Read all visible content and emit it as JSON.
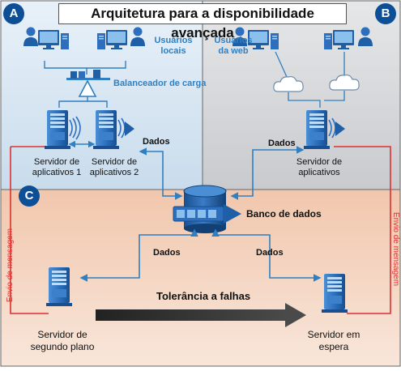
{
  "title": "Arquitetura para a disponibilidade avançada",
  "zones": {
    "a": "A",
    "b": "B",
    "c": "C"
  },
  "labels": {
    "usuarios_locais": "Usuários\nlocais",
    "usuarios_web": "Usuários\nda web",
    "balanceador": "Balanceador de carga",
    "servidor_app1": "Servidor de\naplicativos 1",
    "servidor_app2": "Servidor de\naplicativos 2",
    "servidor_app": "Servidor de\naplicativos",
    "dados_1": "Dados",
    "dados_2": "Dados",
    "dados_3": "Dados",
    "dados_4": "Dados",
    "banco": "Banco de dados",
    "tolerancia": "Tolerância a falhas",
    "servidor_segundo_plano": "Servidor de\nsegundo plano",
    "servidor_espera": "Servidor em\nespera",
    "envio_left": "Envio de mensagem",
    "envio_right": "Envio de mensagem"
  },
  "colors": {
    "zone_a": "#d6e6f3",
    "zone_b": "#d9dadc",
    "zone_c": "#f4cfb6",
    "link_blue": "#2f7fc1",
    "message_red": "#e03030",
    "server_blue": "#1e5fa8",
    "arrow_dark": "#3a3a3a"
  }
}
